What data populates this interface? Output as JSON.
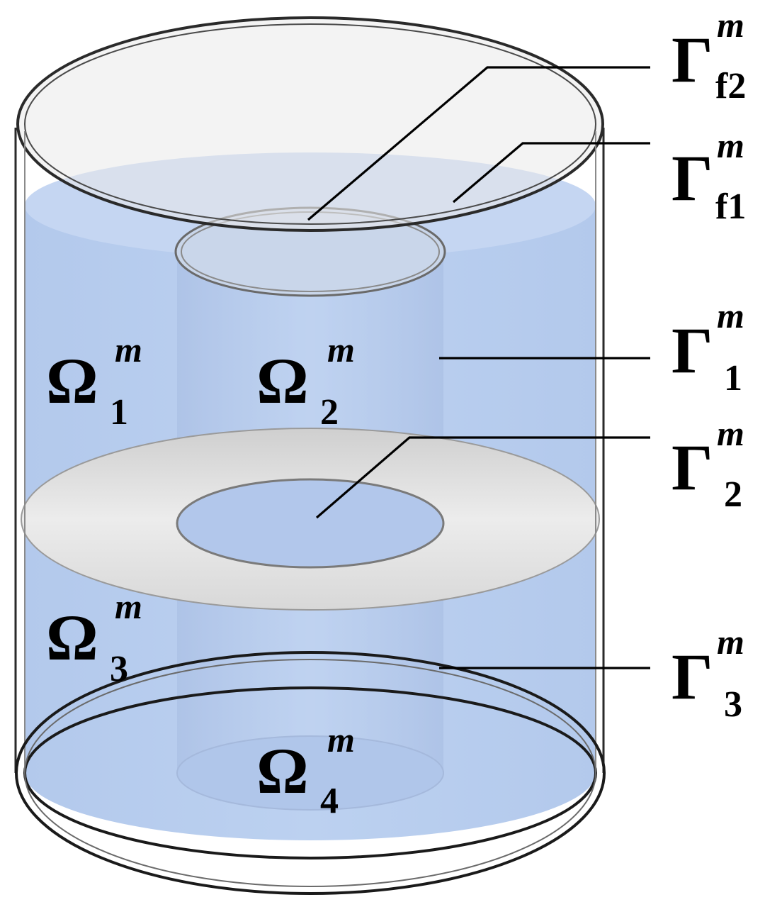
{
  "colors": {
    "liquid": "#b7cdee",
    "liquid_top": "#c7d8f1",
    "glass_rim": "#2a2a2a",
    "lid": "#eaeaea",
    "baffle": "#dedede"
  },
  "boundary_labels": [
    {
      "id": "gamma-f2",
      "symbol": "Γ",
      "sup": "m",
      "sub": "f2"
    },
    {
      "id": "gamma-f1",
      "symbol": "Γ",
      "sup": "m",
      "sub": "f1"
    },
    {
      "id": "gamma-1",
      "symbol": "Γ",
      "sup": "m",
      "sub": "1"
    },
    {
      "id": "gamma-2",
      "symbol": "Γ",
      "sup": "m",
      "sub": "2"
    },
    {
      "id": "gamma-3",
      "symbol": "Γ",
      "sup": "m",
      "sub": "3"
    }
  ],
  "domain_labels": [
    {
      "id": "omega-1",
      "symbol": "Ω",
      "sup": "m",
      "sub": "1"
    },
    {
      "id": "omega-2",
      "symbol": "Ω",
      "sup": "m",
      "sub": "2"
    },
    {
      "id": "omega-3",
      "symbol": "Ω",
      "sup": "m",
      "sub": "3"
    },
    {
      "id": "omega-4",
      "symbol": "Ω",
      "sup": "m",
      "sub": "4"
    }
  ]
}
